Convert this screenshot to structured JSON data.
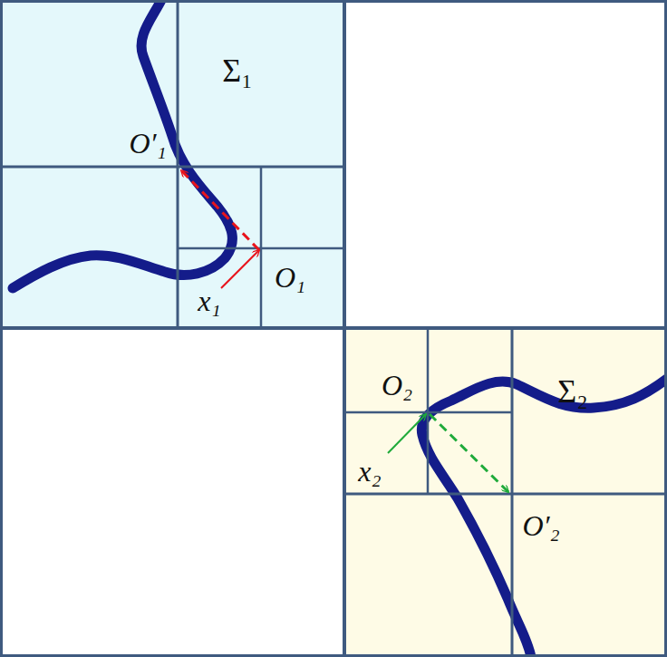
{
  "diagram": {
    "labels": [
      "Σ₁",
      "O′₁",
      "O₁",
      "x₁",
      "O₂",
      "Σ₂",
      "x₂",
      "O′₂"
    ]
  }
}
